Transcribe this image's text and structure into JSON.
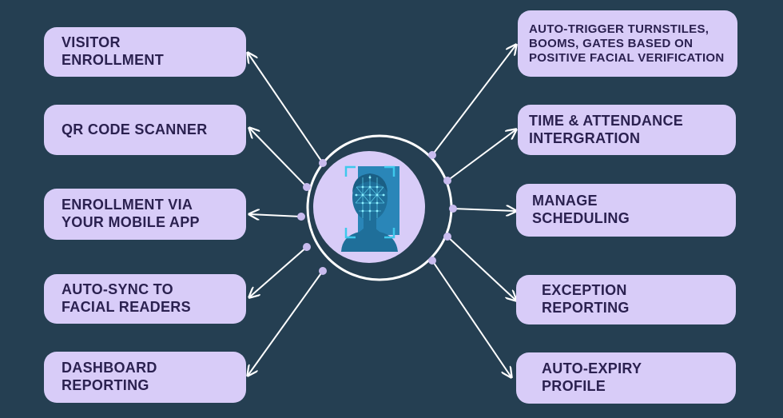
{
  "center": {
    "icon": "facial-recognition-icon"
  },
  "colors": {
    "background": "#253f52",
    "pill": "#d8ccf8",
    "pill_text": "#2b2150",
    "connector": "#ffffff",
    "dot": "#c8bbee",
    "face": "#1f6f9a",
    "scan": "#5fd2ee"
  },
  "left_items": [
    {
      "label": "VISITOR\nENROLLMENT"
    },
    {
      "label": "QR CODE SCANNER"
    },
    {
      "label": "ENROLLMENT VIA\nYOUR MOBILE APP"
    },
    {
      "label": "AUTO-SYNC TO\nFACIAL READERS"
    },
    {
      "label": "DASHBOARD\nREPORTING"
    }
  ],
  "right_items": [
    {
      "label": "AUTO-TRIGGER TURNSTILES,\nBOOMS, GATES BASED ON\nPOSITIVE FACIAL VERIFICATION"
    },
    {
      "label": "TIME & ATTENDANCE\nINTERGRATION"
    },
    {
      "label": "MANAGE\nSCHEDULING"
    },
    {
      "label": "EXCEPTION\nREPORTING"
    },
    {
      "label": "AUTO-EXPIRY\nPROFILE"
    }
  ]
}
